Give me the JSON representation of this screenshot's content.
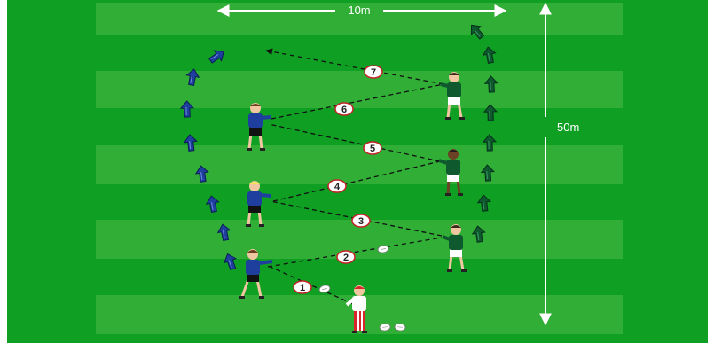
{
  "dimensions": {
    "width_label": "10m",
    "length_label": "50m"
  },
  "passes": [
    {
      "n": "1"
    },
    {
      "n": "2"
    },
    {
      "n": "3"
    },
    {
      "n": "4"
    },
    {
      "n": "5"
    },
    {
      "n": "6"
    },
    {
      "n": "7"
    }
  ],
  "teams": {
    "left_colour": "#1f3f9e",
    "right_colour": "#0e5a2e",
    "coach_colour": "#d8262b"
  },
  "pitch": {
    "grass": "#0f9f22",
    "stripe": "#3cb43d"
  },
  "icons": {
    "left_run_arrows": "blue-arrow-icon",
    "right_run_arrows": "green-arrow-icon",
    "ball": "rugby-ball-icon"
  }
}
